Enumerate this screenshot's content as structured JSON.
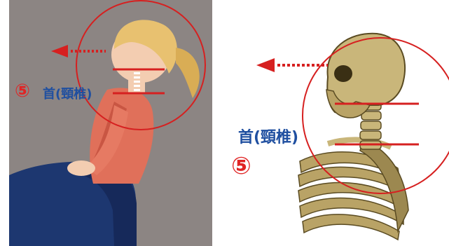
{
  "left_panel": {
    "label": "首(頸椎)",
    "number": "⑤"
  },
  "right_panel": {
    "label": "首(頸椎)",
    "number": "⑤"
  },
  "colors": {
    "annotation_red": "#d62020",
    "label_blue": "#1f4fa0",
    "left_background": "#8c8583",
    "shirt": "#e0705a",
    "jeans": "#1d3770",
    "hair": "#e8c170",
    "bone": "#c9b67a"
  },
  "icons": {
    "direction_arrow": "dotted-arrow-left-icon"
  }
}
